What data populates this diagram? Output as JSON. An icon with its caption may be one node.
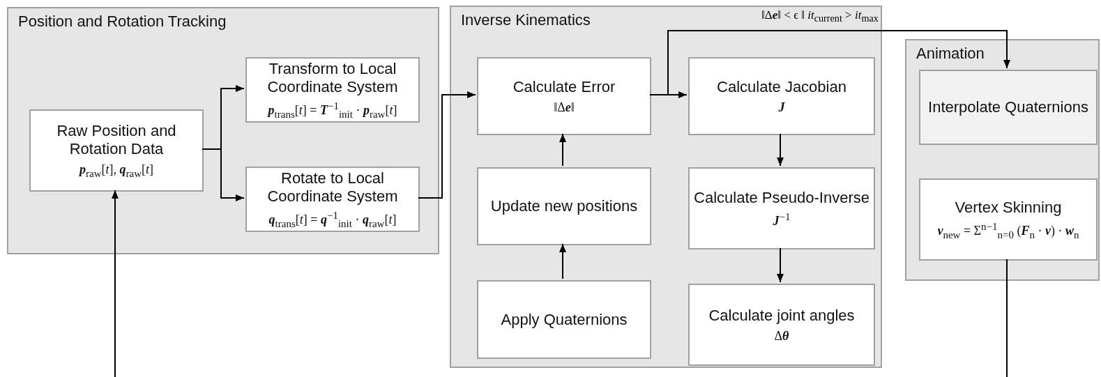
{
  "diagram": {
    "nodes": [
      {
        "text": [
          "Position and Rotation Tracking"
        ]
      },
      {
        "text": [
          "Raw Position and Rotation Data",
          "**p**$_{raw}$[*t*], **q**$_{raw}$[*t*]"
        ],
        "in": 0
      },
      {
        "text": [
          "Transform to Local Coordinate System",
          "**p**$_{trans}$[*t*] = **T**$^{−1}$$_{init}$ · **p**$_{raw}$[*t*]"
        ],
        "in": 0
      },
      {
        "text": [
          "Rotate to Local Coordinate System",
          "**q**$_{trans}$[*t*] = **q**$^{−1}$$_{init}$ · **q**$_{raw}$[*t*]"
        ],
        "in": 0
      },
      {
        "text": [
          "Inverse Kinematics"
        ]
      },
      {
        "text": [
          "Calculate Error",
          "‖Δ**e**‖"
        ],
        "in": 4
      },
      {
        "text": [
          "Calculate Jacobian",
          "**J**"
        ],
        "in": 4
      },
      {
        "text": [
          "Update new positions"
        ],
        "in": 4
      },
      {
        "text": [
          "Calculate Pseudo-Inverse",
          "**J**$^{−1}$"
        ],
        "in": 4
      },
      {
        "text": [
          "Apply Quaternions"
        ],
        "in": 4
      },
      {
        "text": [
          "Calculate joint angles",
          "Δ**θ**"
        ],
        "in": 4
      },
      {
        "text": [
          "Animation"
        ]
      },
      {
        "text": [
          "Interpolate Quaternions"
        ],
        "in": 11
      },
      {
        "text": [
          "Vertex Skinning",
          "**v**$_{new}$ = Σ$^{n−1}$$_{n=0}$ (**F**$_{n}$ · **v**) · **w**$_{n}$"
        ],
        "in": 11
      }
    ],
    "edges": [
      {
        "from": 1,
        "to": 2,
        "arrow": "to"
      },
      {
        "from": 1,
        "to": 3,
        "arrow": "to"
      },
      {
        "from": 3,
        "to": 5,
        "arrow": "to"
      },
      {
        "from": 5,
        "to": 6,
        "arrow": "to"
      },
      {
        "from": 5,
        "to": 12,
        "arrow": "to",
        "label": "‖Δ**e**‖ < ϵ ‖ *it*$_{current}$ > *it*$_{max}$"
      },
      {
        "from": 6,
        "to": 8,
        "arrow": "to"
      },
      {
        "from": 8,
        "to": 10,
        "arrow": "to"
      },
      {
        "from": 9,
        "to": 7,
        "arrow": "to"
      },
      {
        "from": 7,
        "to": 5,
        "arrow": "to"
      },
      {
        "from": 13,
        "to": null,
        "arrow": "none"
      },
      {
        "from": null,
        "to": 1,
        "arrow": "to"
      }
    ]
  }
}
